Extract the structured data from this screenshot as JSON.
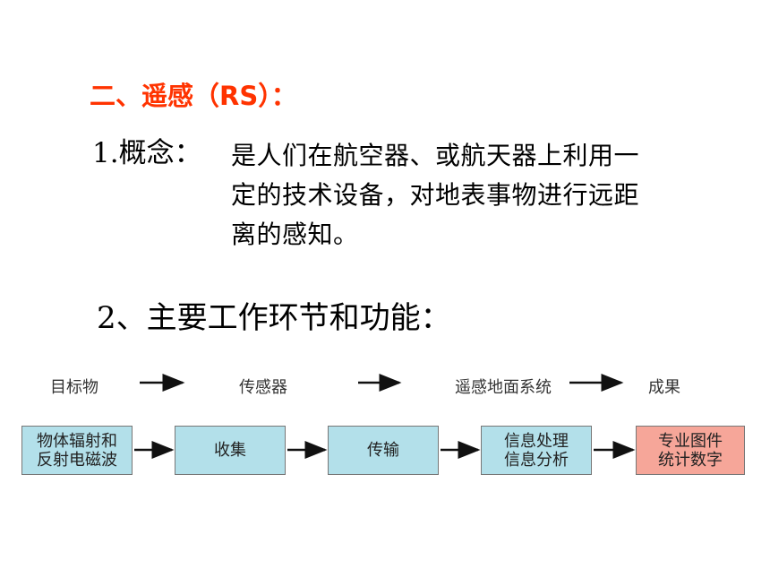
{
  "heading": "二、遥感（RS）：",
  "concept": {
    "label": "1.概念：",
    "lines": [
      "是人们在航空器、或航天器上利用一",
      "定的技术设备，对地表事物进行远距",
      "离的感知。"
    ]
  },
  "section2": "2、主要工作环节和功能：",
  "diagram": {
    "stages": [
      "目标物",
      "传感器",
      "遥感地面系统",
      "成果"
    ],
    "boxes": [
      {
        "line1": "物体辐射和",
        "line2": "反射电磁波"
      },
      {
        "line1": "收集",
        "line2": ""
      },
      {
        "line1": "传输",
        "line2": ""
      },
      {
        "line1": "信息处理",
        "line2": "信息分析"
      },
      {
        "line1": "专业图件",
        "line2": "统计数字"
      }
    ],
    "colors": {
      "process_box": "#b3e0ea",
      "result_box": "#f6a699",
      "arrow": "#111111"
    }
  }
}
